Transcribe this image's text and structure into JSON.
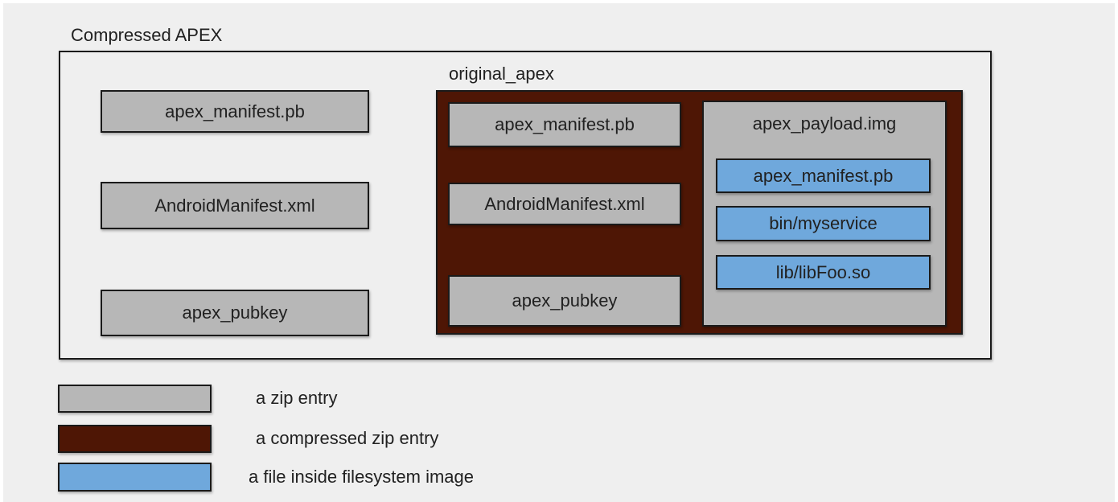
{
  "colors": {
    "background": "#efefef",
    "zip_entry": "#b7b7b7",
    "compressed_zip_entry": "#4e1605",
    "file_in_filesystem_image": "#6fa8dc",
    "border": "#1a1a1a",
    "text": "#212121"
  },
  "diagram": {
    "title": "Compressed APEX",
    "zip_entries": [
      "apex_manifest.pb",
      "AndroidManifest.xml",
      "apex_pubkey"
    ],
    "original_apex": {
      "label": "original_apex",
      "zip_entries": [
        "apex_manifest.pb",
        "AndroidManifest.xml",
        "apex_pubkey"
      ],
      "payload": {
        "label": "apex_payload.img",
        "files": [
          "apex_manifest.pb",
          "bin/myservice",
          "lib/libFoo.so"
        ]
      }
    }
  },
  "legend": {
    "items": [
      {
        "label": "a zip entry",
        "swatch": "zip-entry"
      },
      {
        "label": "a compressed zip entry",
        "swatch": "compressed-zip-entry"
      },
      {
        "label": "a file inside filesystem image",
        "swatch": "file-inside-filesystem-image"
      }
    ]
  }
}
